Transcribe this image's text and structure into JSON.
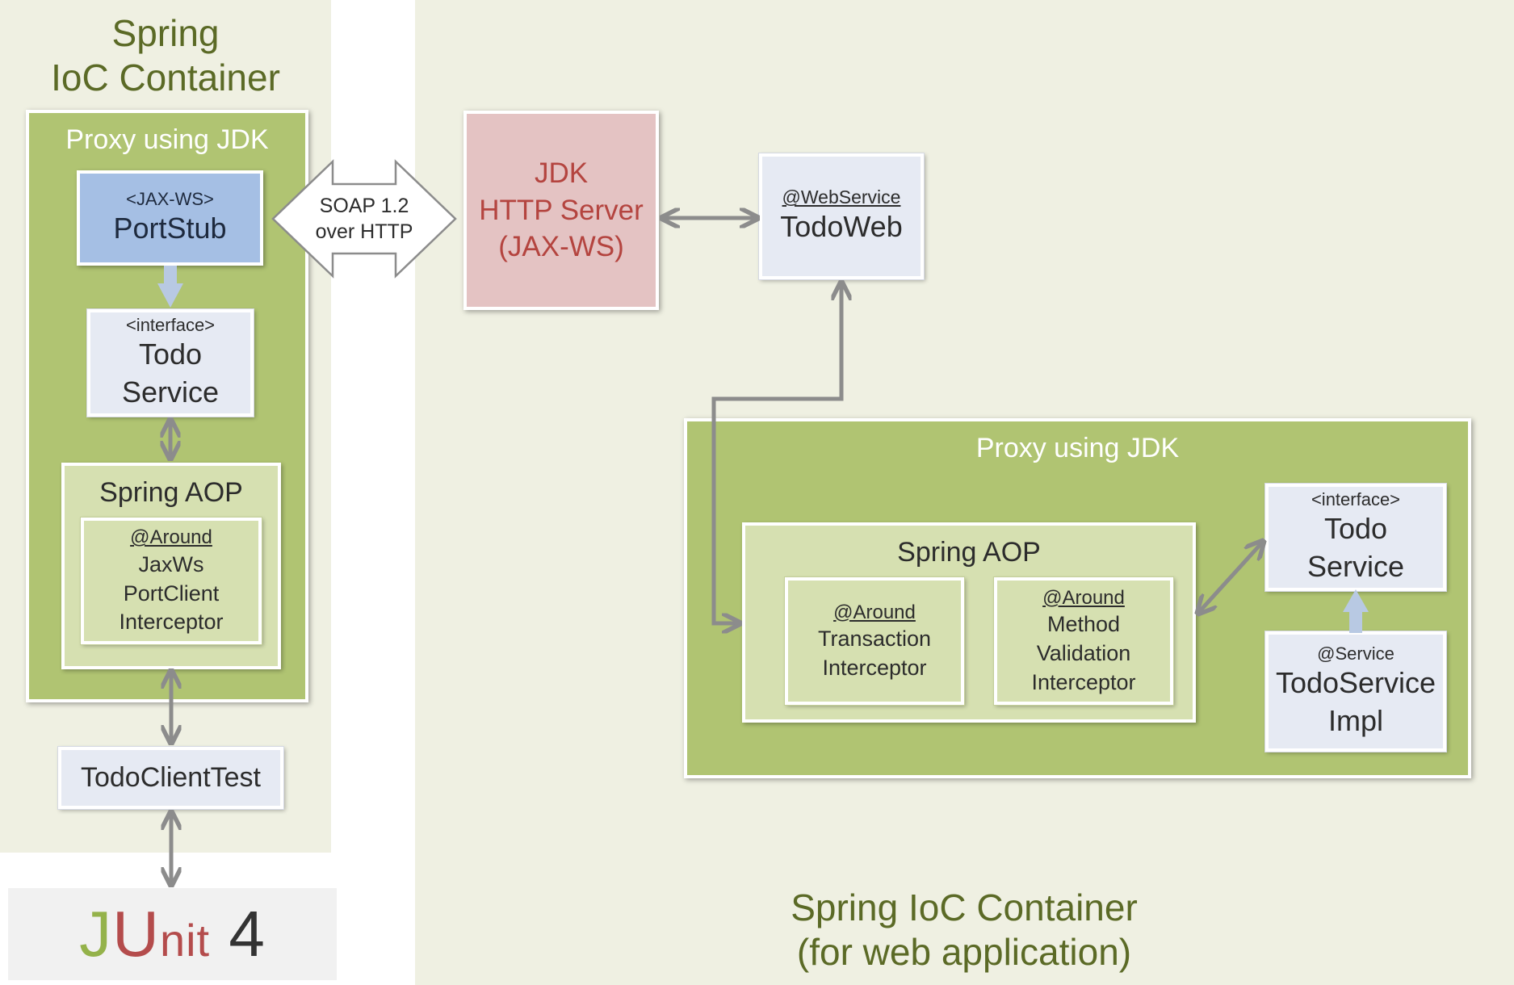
{
  "client_container": {
    "title_line1": "Spring",
    "title_line2": "IoC Container"
  },
  "client_proxy": {
    "title": "Proxy using JDK"
  },
  "port_stub": {
    "stereotype": "<JAX-WS>",
    "name": "PortStub"
  },
  "client_todo_service": {
    "stereotype": "<interface>",
    "line1": "Todo",
    "line2": "Service"
  },
  "client_aop": {
    "title": "Spring AOP",
    "interceptor": {
      "annotation": "@Around",
      "line1": "JaxWs",
      "line2": "PortClient",
      "line3": "Interceptor"
    }
  },
  "todo_client_test": {
    "name": "TodoClientTest"
  },
  "junit": {
    "j": "J",
    "u": "U",
    "nit": "nit",
    "version": "4"
  },
  "soap_arrow": {
    "line1": "SOAP 1.2",
    "line2": "over HTTP"
  },
  "http_server": {
    "line1": "JDK",
    "line2": "HTTP Server",
    "line3": "(JAX-WS)"
  },
  "todo_web": {
    "annotation": "@WebService",
    "name": "TodoWeb"
  },
  "server_proxy": {
    "title": "Proxy using JDK"
  },
  "server_aop": {
    "title": "Spring AOP",
    "transaction_interceptor": {
      "annotation": "@Around",
      "line1": "Transaction",
      "line2": "Interceptor"
    },
    "validation_interceptor": {
      "annotation": "@Around",
      "line1": "Method",
      "line2": "Validation",
      "line3": "Interceptor"
    }
  },
  "server_todo_service": {
    "stereotype": "<interface>",
    "line1": "Todo",
    "line2": "Service"
  },
  "todo_service_impl": {
    "annotation": "@Service",
    "line1": "TodoService",
    "line2": "Impl"
  },
  "web_container": {
    "title_line1": "Spring IoC Container",
    "title_line2": "(for web application)"
  },
  "colors": {
    "container_bg": "#eff0e2",
    "proxy_green": "#b0c472",
    "aop_light_green": "#d6e0b1",
    "port_stub_blue": "#a5bfe4",
    "component_light_blue": "#e6eaf3",
    "http_server_pink": "#e4c3c3",
    "http_server_text": "#b4443f",
    "title_olive": "#5b6a26",
    "arrow_gray": "#8c8c8c",
    "arrow_light_blue": "#b8c9e3"
  }
}
